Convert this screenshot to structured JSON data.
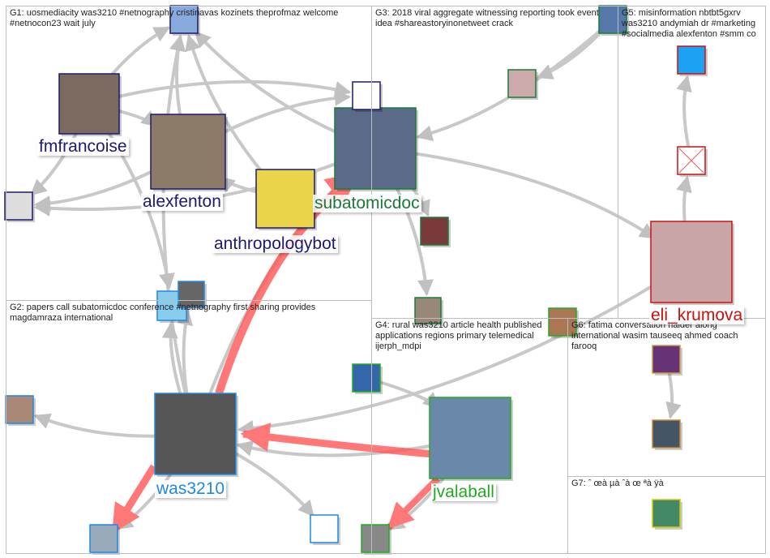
{
  "groups": [
    {
      "id": "G1",
      "label": "G1: uosmediacity was3210 #netnography cristinavas kozinets theprofmaz welcome #netnocon23 wait july"
    },
    {
      "id": "G2",
      "label": "G2: papers call subatomicdoc conference #netnography first sharing provides magdamraza international"
    },
    {
      "id": "G3",
      "label": "G3: 2018 viral aggregate witnessing reporting took event idea #shareastoryinonetweet crack"
    },
    {
      "id": "G4",
      "label": "G4: rural was3210 article health published applications regions primary telemedical ijerph_mdpi"
    },
    {
      "id": "G5",
      "label": "G5: misinformation nbtbt5gxrv was3210 andymiah dr #marketing #socialmedia alexfenton #smm co"
    },
    {
      "id": "G6",
      "label": "G6: fatima conversation haider along international wasim tauseeq ahmed coach farooq"
    },
    {
      "id": "G7",
      "label": "G7: ˆ œà µà ˆà œ ªà ÿà"
    }
  ],
  "node_labels": {
    "fmfrancoise": "fmfrancoise",
    "alexfenton": "alexfenton",
    "anthropologybot": "anthropologybot",
    "subatomicdoc": "subatomicdoc",
    "eli_krumova": "eli_krumova",
    "was3210": "was3210",
    "jvalaball": "jvalaball"
  },
  "colors": {
    "g1": "#1a1a6e",
    "g3": "#1a7a3a",
    "g5": "#cc1111",
    "g2": "#1e88e5",
    "g4": "#22aa22",
    "edge": "#c8c8c8",
    "edge_strong": "#ff5555"
  },
  "edges": [
    [
      "fmfrancoise",
      "alexfenton"
    ],
    [
      "fmfrancoise",
      "top1"
    ],
    [
      "fmfrancoise",
      "woman1"
    ],
    [
      "fmfrancoise",
      "salford"
    ],
    [
      "alexfenton",
      "top1"
    ],
    [
      "alexfenton",
      "woman1"
    ],
    [
      "alexfenton",
      "salford"
    ],
    [
      "anthropologybot",
      "top1"
    ],
    [
      "anthropologybot",
      "alexfenton"
    ],
    [
      "subatomicdoc",
      "top1"
    ],
    [
      "subatomicdoc",
      "woman1"
    ],
    [
      "subatomicdoc",
      "eli_krumova"
    ],
    [
      "subatomicdoc",
      "redhair"
    ],
    [
      "subatomicdoc",
      "man1"
    ],
    [
      "was3210",
      "subatomicdoc"
    ],
    [
      "was3210",
      "top1"
    ],
    [
      "was3210",
      "pc"
    ],
    [
      "was3210",
      "man2"
    ],
    [
      "was3210",
      "ibox"
    ],
    [
      "was3210",
      "g2a"
    ],
    [
      "jvalaball",
      "was3210"
    ],
    [
      "jvalaball",
      "globe"
    ],
    [
      "eli_krumova",
      "x"
    ],
    [
      "x",
      "twitter"
    ],
    [
      "eli_krumova",
      "was3210"
    ],
    [
      "g3top",
      "subatomicdoc"
    ],
    [
      "g3top",
      "g3woman"
    ],
    [
      "man3",
      "jvalaball"
    ],
    [
      "home",
      "g6b"
    ],
    [
      "was3210",
      "bottom1"
    ],
    [
      "fmfrancoise",
      "pc"
    ]
  ]
}
